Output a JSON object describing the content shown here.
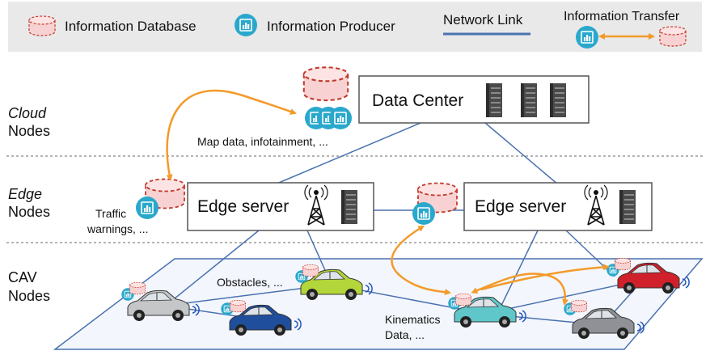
{
  "legend": {
    "database": "Information Database",
    "producer": "Information Producer",
    "link": "Network Link",
    "transfer": "Information Transfer"
  },
  "tiers": {
    "cloud": {
      "italic": "Cloud",
      "rest": "Nodes"
    },
    "edge": {
      "italic": "Edge",
      "rest": "Nodes"
    },
    "cav": {
      "line1": "CAV",
      "line2": "Nodes"
    }
  },
  "nodes": {
    "data_center": "Data Center",
    "edge_server_left": "Edge server",
    "edge_server_right": "Edge server"
  },
  "annotations": {
    "map_data": "Map data, infotainment, ...",
    "traffic_l1": "Traffic",
    "traffic_l2": "warnings, ...",
    "obstacles": "Obstacles, ...",
    "kinematics_l1": "Kinematics",
    "kinematics_l2": "Data, ..."
  },
  "colors": {
    "link": "#4a72b0",
    "transfer": "#f39a2a",
    "database": "#c0392b",
    "producer": "#2aa8cc",
    "car_silver": "#c4c6c8",
    "car_blue": "#1f4e9c",
    "car_green": "#b3d63a",
    "car_teal": "#5fc7c9",
    "car_red": "#d0202b",
    "car_grey": "#8f9196"
  }
}
